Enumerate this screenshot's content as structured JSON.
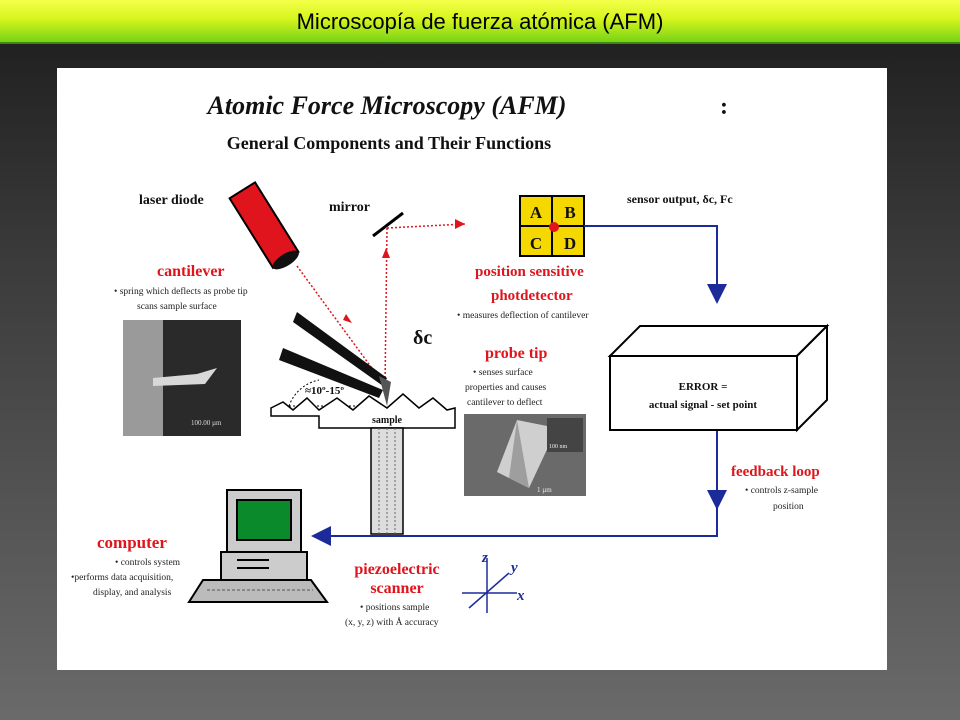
{
  "slide_title": "Microscopía de fuerza atómica (AFM)",
  "diagram": {
    "heading": "Atomic Force Microscopy (AFM)",
    "heading_colon": ":",
    "subheading": "General Components and Their Functions",
    "laser_label": "laser diode",
    "mirror_label": "mirror",
    "sensor_output_label": "sensor output, δc, Fc",
    "quadrants": [
      "A",
      "B",
      "C",
      "D"
    ],
    "psd_title_1": "position sensitive",
    "psd_title_2": "photdetector",
    "psd_desc": "• measures deflection of cantilever",
    "cantilever_title": "cantilever",
    "cantilever_desc_1": "• spring which deflects as probe tip",
    "cantilever_desc_2": "scans sample surface",
    "delta_c": "δc",
    "angle_label": "≈10º-15º",
    "sample_label": "sample",
    "probe_tip_title": "probe tip",
    "probe_tip_desc_1": "• senses surface",
    "probe_tip_desc_2": "properties and causes",
    "probe_tip_desc_3": "cantilever to deflect",
    "error_line_1": "ERROR =",
    "error_line_2": "actual signal - set point",
    "feedback_title": "feedback loop",
    "feedback_desc_1": "• controls z-sample",
    "feedback_desc_2": "position",
    "computer_title": "computer",
    "computer_desc_1": "• controls system",
    "computer_desc_2": "•performs data acquisition,",
    "computer_desc_3": "display, and analysis",
    "piezo_title_1": "piezoelectric",
    "piezo_title_2": "scanner",
    "piezo_desc_1": "• positions sample",
    "piezo_desc_2": "(x, y, z) with Å accuracy",
    "axis_z": "z",
    "axis_y": "y",
    "axis_x": "x",
    "micro_scale_1": "100.00 µm",
    "micro_scale_2": "1 µm",
    "micro_scale_3": "100 nm"
  },
  "colors": {
    "title_bar": "#d6f51c",
    "laser": "#e0141c",
    "signal_arrow": "#1b2c9a",
    "label_red": "#e0141c",
    "quadrant_fill": "#f5d800"
  }
}
